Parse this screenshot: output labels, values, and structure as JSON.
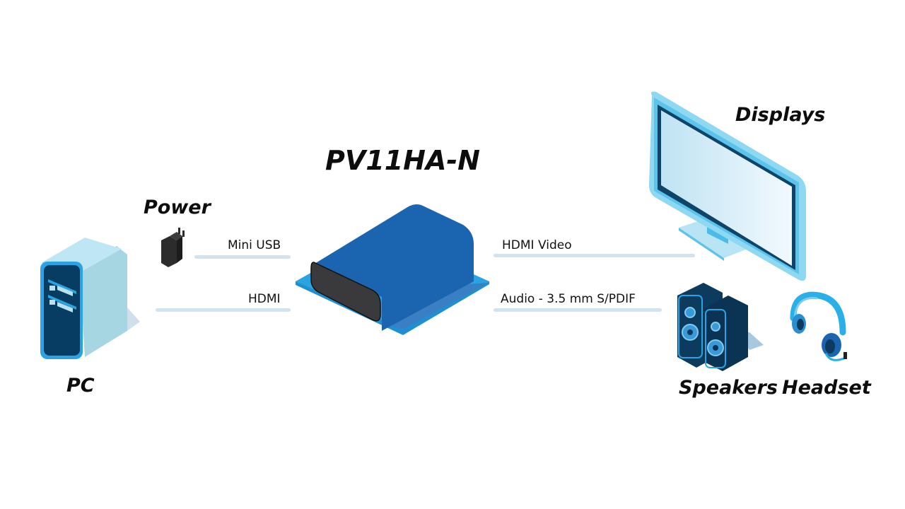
{
  "diagram": {
    "device": {
      "name": "PV11HA-N"
    },
    "nodes": {
      "pc": {
        "label": "PC"
      },
      "power": {
        "label": "Power"
      },
      "displays": {
        "label": "Displays"
      },
      "speakers": {
        "label": "Speakers"
      },
      "headset": {
        "label": "Headset"
      }
    },
    "connections": {
      "mini_usb": {
        "label": "Mini USB"
      },
      "hdmi_in": {
        "label": "HDMI"
      },
      "hdmi_video": {
        "label": "HDMI Video"
      },
      "audio": {
        "label": "Audio - 3.5 mm S/PDIF"
      }
    },
    "colors": {
      "line": "#d2e2ef",
      "device_blue": "#1b65b0",
      "device_edge": "#2aa3e2",
      "device_face": "#3a3a3c",
      "pc_light": "#b8e2f2",
      "pc_dark": "#083d63",
      "monitor_frame": "#8ed8f2",
      "monitor_screen": "#dceff8",
      "speaker_dark": "#0d3b5e",
      "headset_blue": "#2ab0e6",
      "adapter": "#2c2c2c"
    }
  }
}
